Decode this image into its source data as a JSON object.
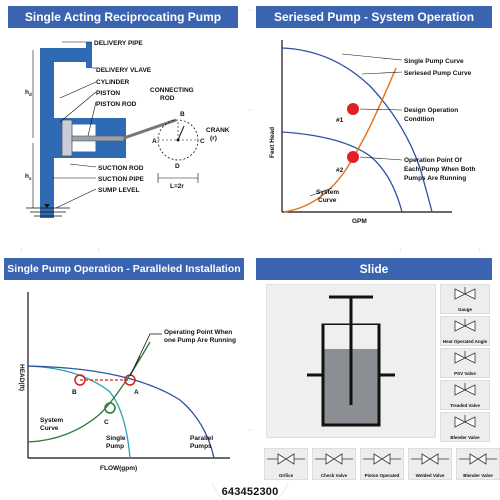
{
  "panels": {
    "top_left": {
      "title": "Single Acting Reciprocating Pump",
      "labels": {
        "delivery_pipe": "DELIVERY PIPE",
        "delivery_valve": "DELIVERY VLAVE",
        "cylinder": "CYLINDER",
        "piston": "PISTON",
        "piston_rod": "PISTON ROD",
        "connecting_rod": "CONNECTING",
        "connecting_rod_2": "ROD",
        "crank": "CRANK",
        "crank_r": "(r)",
        "suction_rod": "SUCTION ROD",
        "suction_pipe": "SUCTION PIPE",
        "sump_level": "SUMP LEVEL",
        "hd": "h",
        "hd_sub": "d",
        "hs": "h",
        "hs_sub": "s",
        "pt_a": "A",
        "pt_b": "B",
        "pt_c": "C",
        "pt_d": "D",
        "l_2r": "L=2r"
      }
    },
    "top_right": {
      "title": "Seriesed Pump - System Operation",
      "legend": {
        "single": "Single Pump Curve",
        "series": "Seriesed Pump Curve",
        "design_1": "Design Operation",
        "design_2": "Condition",
        "op_1": "Operation Point Of",
        "op_2": "Each Pump When Both",
        "op_3": "Pumps Are Running"
      },
      "axis": {
        "y": "Feet Head",
        "x": "GPM"
      },
      "points": {
        "p1": "#1",
        "p2": "#2"
      },
      "system_1": "System",
      "system_2": "Curve",
      "colors": {
        "curve": "#2a52a0",
        "system": "#e8751a",
        "dot": "#e02020"
      }
    },
    "bottom_left": {
      "title": "Single Pump Operation - Paralleled Installation",
      "callout_1": "Operating Point When",
      "callout_2": "one Pump Are Running",
      "axis": {
        "y": "HEAD(ft)",
        "x": "FLOW(gpm)"
      },
      "points": {
        "a": "A",
        "b": "B",
        "c": "C"
      },
      "system_1": "System",
      "system_2": "Curve",
      "single_1": "Single",
      "single_2": "Pump",
      "parallel_1": "Parallel",
      "parallel_2": "Pumps"
    },
    "bottom_right": {
      "title": "Slide",
      "side_items": [
        "Gauge",
        "Heat Operated Angle",
        "PSV Valve",
        "Treaded Valve",
        "Bleeder Valve"
      ],
      "bottom_items": [
        "Orifice",
        "Check Valve",
        "Piston Operated",
        "Welded Valve",
        "Blender Valve"
      ]
    }
  },
  "watermark": "643452300"
}
